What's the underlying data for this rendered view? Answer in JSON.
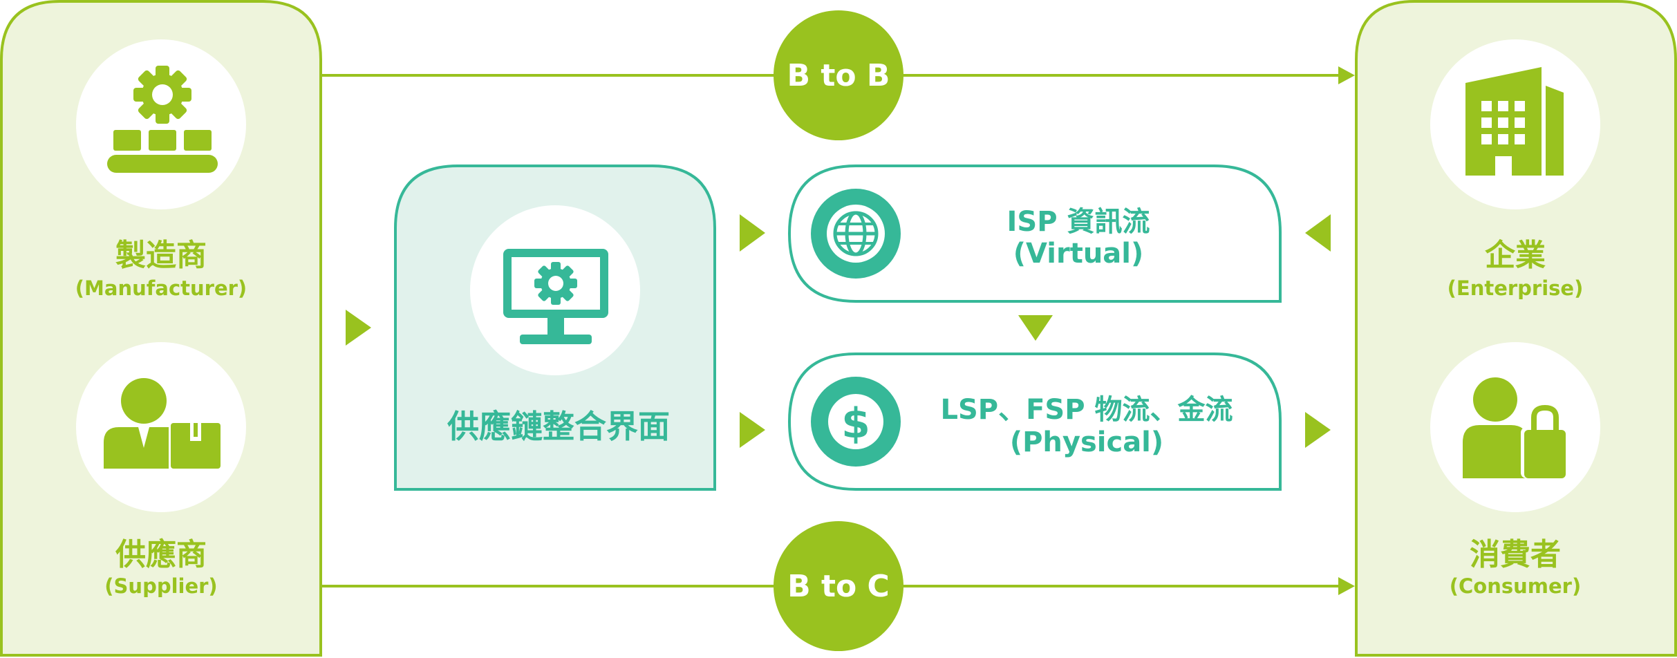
{
  "colors": {
    "lime": "#99c21f",
    "lime_light": "#eef4dc",
    "teal": "#36b898",
    "teal_light": "#e1f2ec",
    "white": "#ffffff"
  },
  "left_panel": {
    "manufacturer": {
      "cn": "製造商",
      "en": "(Manufacturer)",
      "icon": "factory-gear-icon"
    },
    "supplier": {
      "cn": "供應商",
      "en": "(Supplier)",
      "icon": "supplier-person-box-icon"
    }
  },
  "right_panel": {
    "enterprise": {
      "cn": "企業",
      "en": "(Enterprise)",
      "icon": "office-building-icon"
    },
    "consumer": {
      "cn": "消費者",
      "en": "(Consumer)",
      "icon": "consumer-person-bag-icon"
    }
  },
  "connections": {
    "b2b": "B to B",
    "b2c": "B to C"
  },
  "center": {
    "platform": {
      "label": "供應鏈整合界面",
      "icon": "monitor-gear-icon"
    },
    "isp": {
      "line1": "ISP 資訊流",
      "line2": "(Virtual)",
      "icon": "globe-icon"
    },
    "lsp": {
      "line1": "LSP、FSP 物流、金流",
      "line2": "(Physical)",
      "icon": "dollar-coin-icon"
    }
  }
}
